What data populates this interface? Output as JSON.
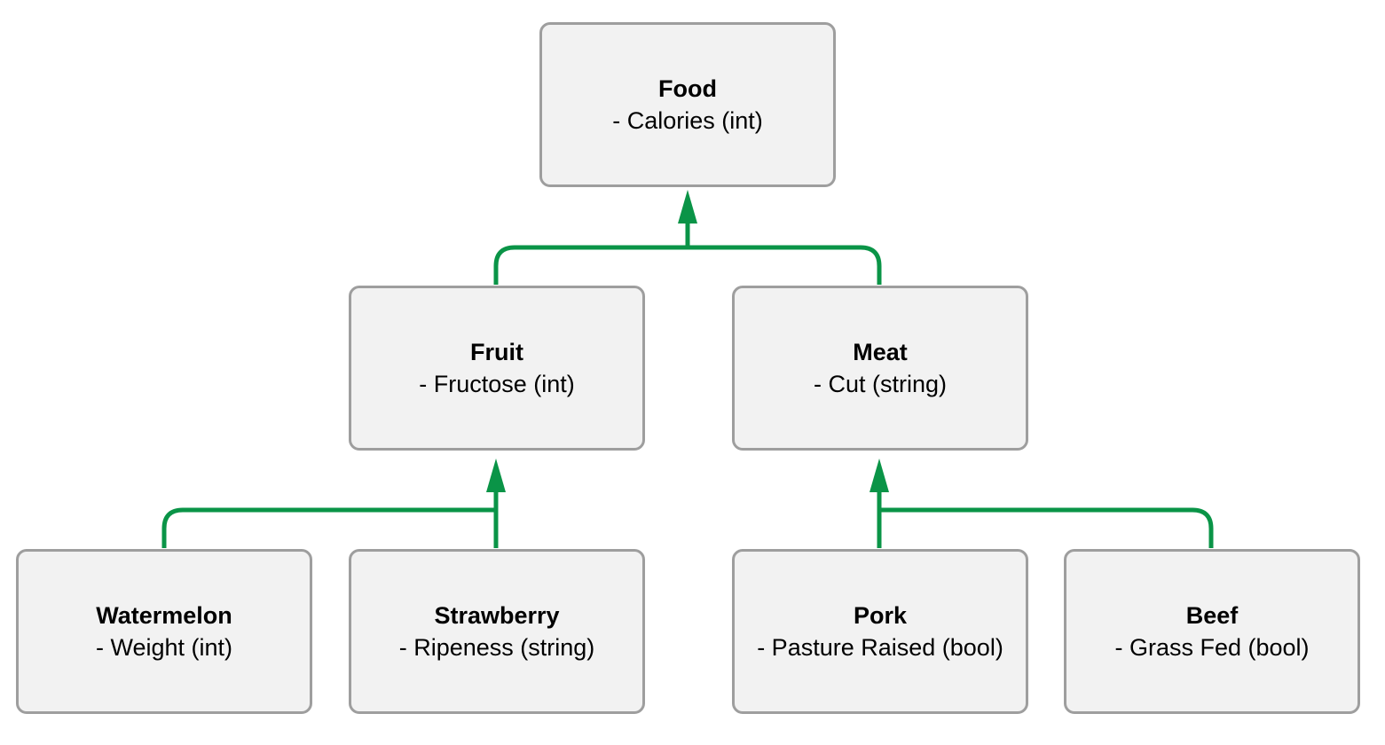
{
  "colors": {
    "connector": "#0a9447",
    "node_fill": "#f2f2f2",
    "node_border": "#9e9e9e",
    "text": "#000000"
  },
  "nodes": {
    "food": {
      "title": "Food",
      "attr": "- Calories (int)"
    },
    "fruit": {
      "title": "Fruit",
      "attr": "- Fructose (int)"
    },
    "meat": {
      "title": "Meat",
      "attr": "- Cut (string)"
    },
    "watermelon": {
      "title": "Watermelon",
      "attr": "- Weight (int)"
    },
    "strawberry": {
      "title": "Strawberry",
      "attr": "- Ripeness (string)"
    },
    "pork": {
      "title": "Pork",
      "attr": "- Pasture Raised (bool)"
    },
    "beef": {
      "title": "Beef",
      "attr": "- Grass Fed (bool)"
    }
  },
  "edges": [
    {
      "from": "fruit",
      "to": "food"
    },
    {
      "from": "meat",
      "to": "food"
    },
    {
      "from": "watermelon",
      "to": "fruit"
    },
    {
      "from": "strawberry",
      "to": "fruit"
    },
    {
      "from": "pork",
      "to": "meat"
    },
    {
      "from": "beef",
      "to": "meat"
    }
  ]
}
